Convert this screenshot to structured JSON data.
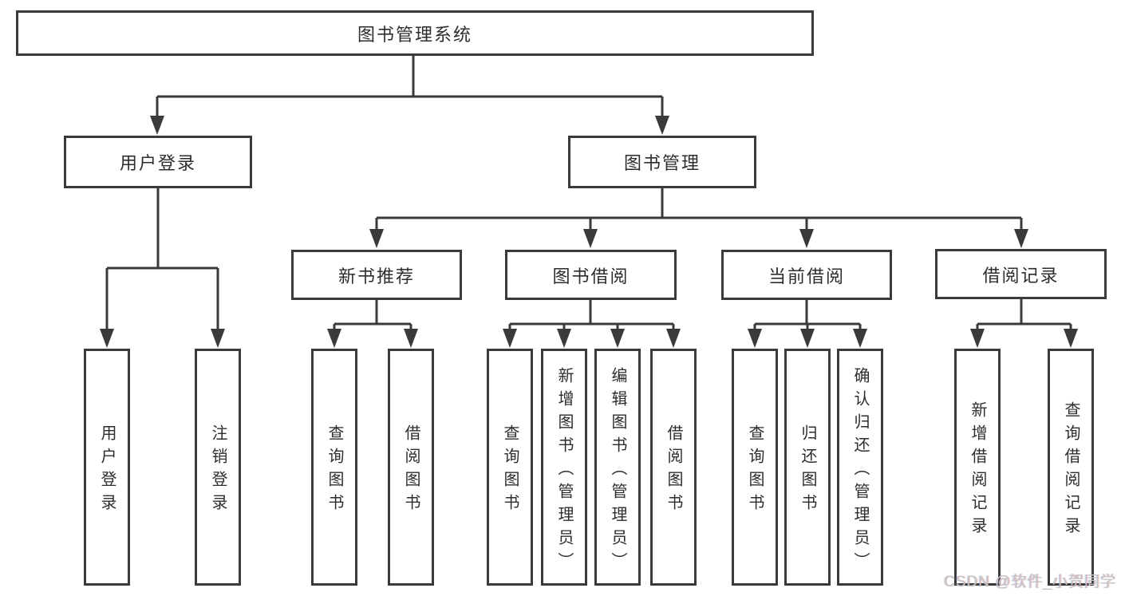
{
  "tree": {
    "root": {
      "label": "图书管理系统",
      "children": [
        {
          "label": "用户登录",
          "children": [
            {
              "label": "用户登录"
            },
            {
              "label": "注销登录"
            }
          ]
        },
        {
          "label": "图书管理",
          "children": [
            {
              "label": "新书推荐",
              "children": [
                {
                  "label": "查询图书"
                },
                {
                  "label": "借阅图书"
                }
              ]
            },
            {
              "label": "图书借阅",
              "children": [
                {
                  "label": "查询图书"
                },
                {
                  "label": "新增图书（管理员）"
                },
                {
                  "label": "编辑图书（管理员）"
                },
                {
                  "label": "借阅图书"
                }
              ]
            },
            {
              "label": "当前借阅",
              "children": [
                {
                  "label": "查询图书"
                },
                {
                  "label": "归还图书"
                },
                {
                  "label": "确认归还（管理员）"
                }
              ]
            },
            {
              "label": "借阅记录",
              "children": [
                {
                  "label": "新增借阅记录"
                },
                {
                  "label": "查询借阅记录"
                }
              ]
            }
          ]
        }
      ]
    }
  },
  "watermark": {
    "text": "CSDN @软件_小贺同学"
  },
  "colors": {
    "line": "#3a3a3a",
    "box_border": "#3a3a3a",
    "text": "#2d2d2d",
    "watermark": "#c6c6c6",
    "background": "#ffffff"
  }
}
